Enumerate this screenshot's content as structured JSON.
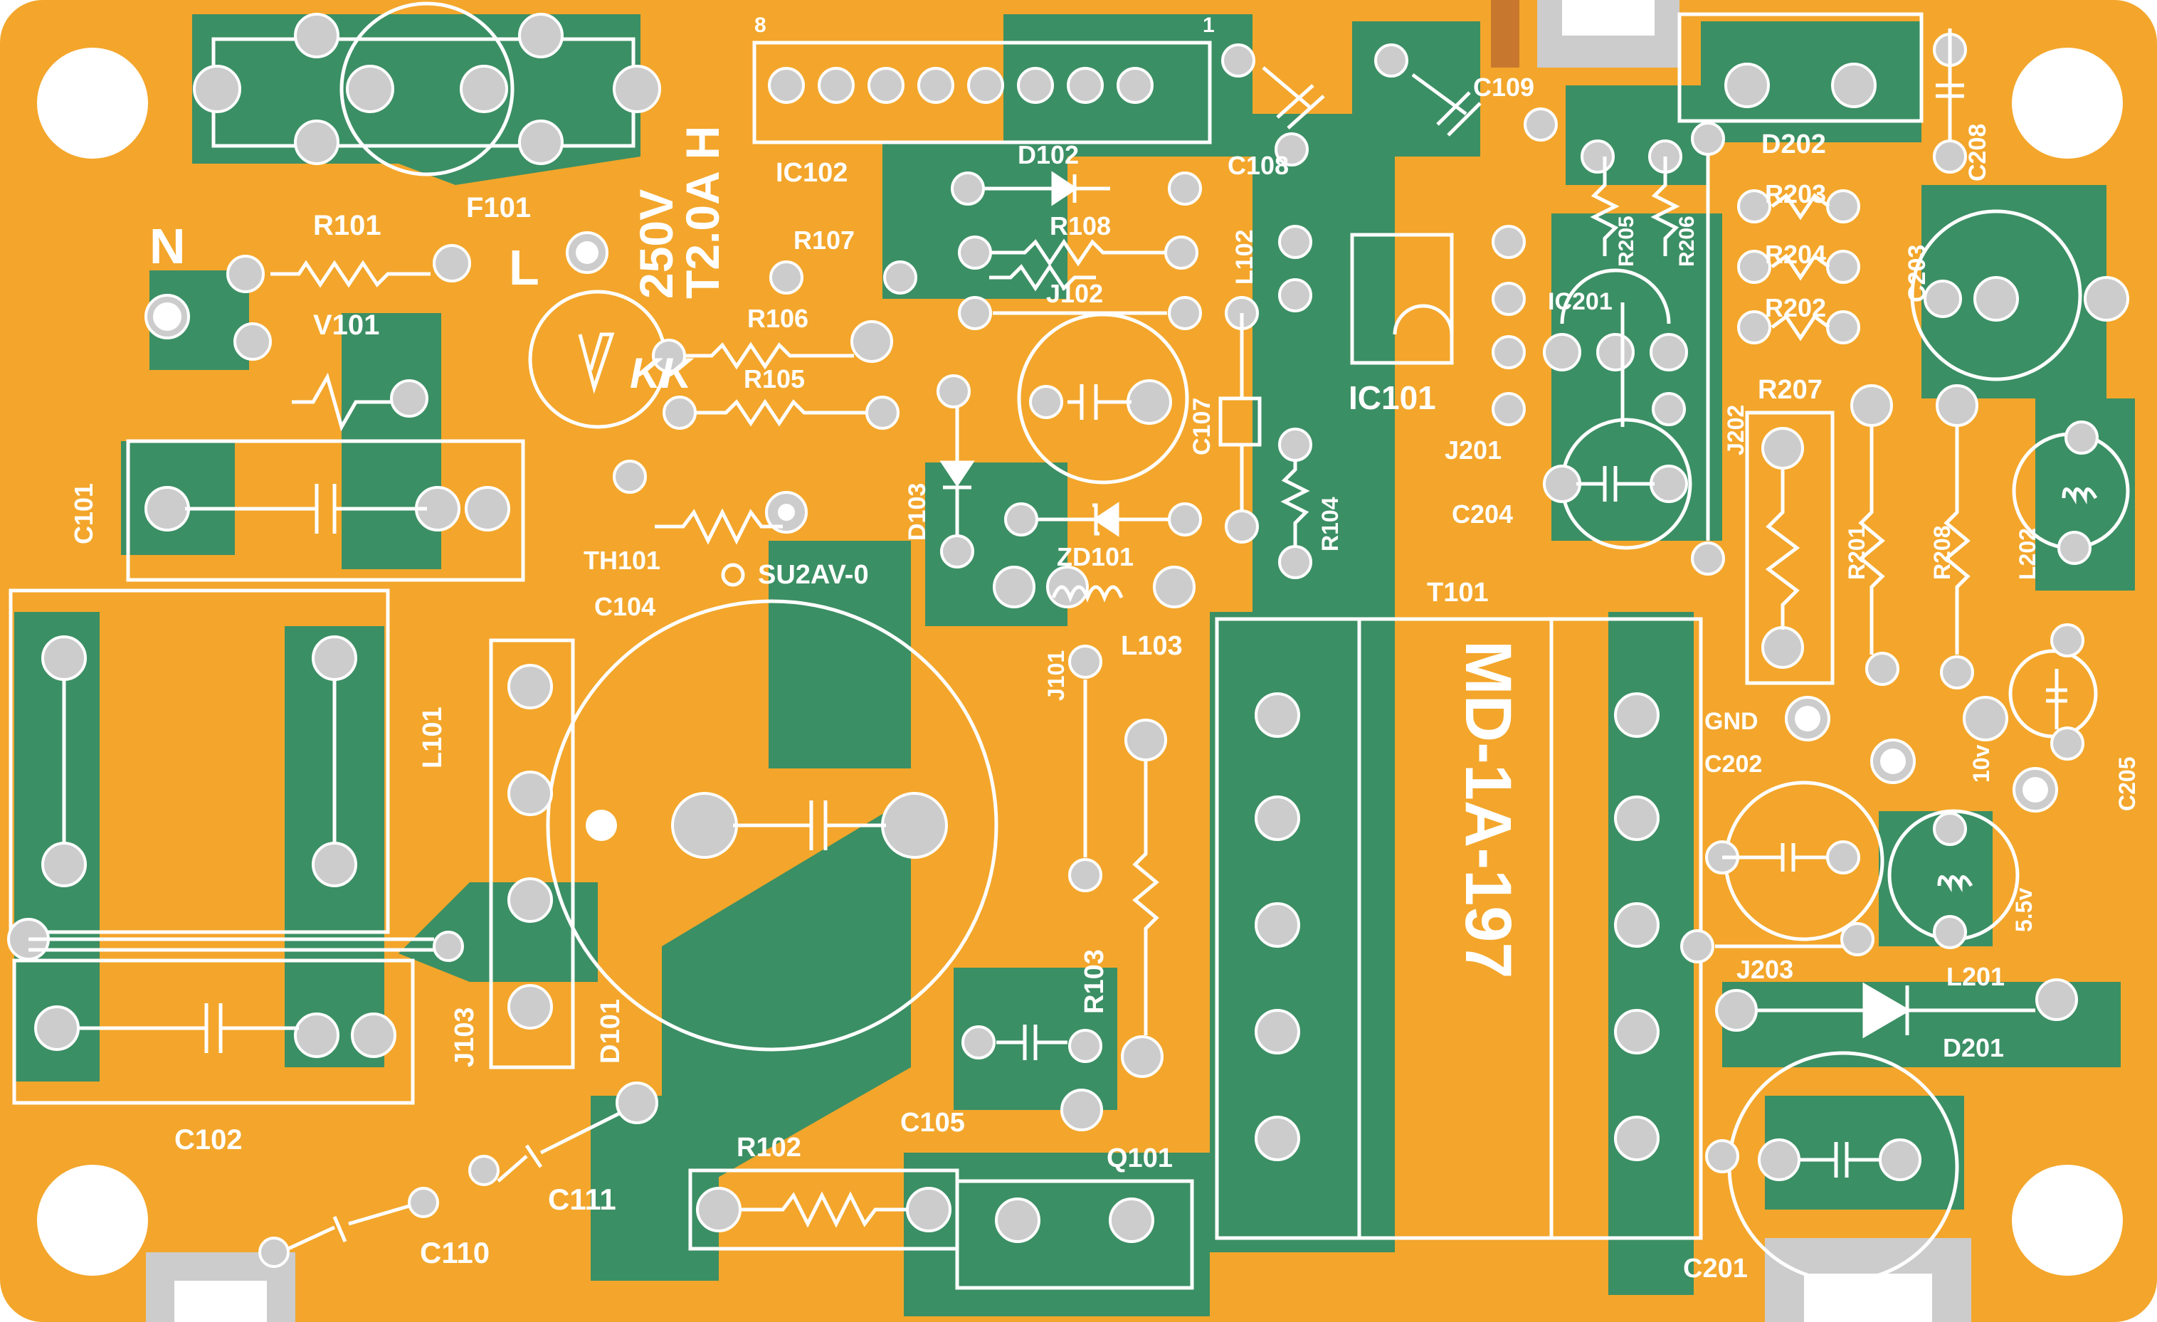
{
  "colors": {
    "board": "#F3A62B",
    "trace": "#3B8F64",
    "silk": "#FFFFFF",
    "pad": "#CCCCCC",
    "hole": "#FFFFFF",
    "tape": "#C8782E"
  },
  "board": {
    "brand_logo": "KK",
    "marking": "MD-1A-197"
  },
  "labels": {
    "R101": "R101",
    "F101": "F101",
    "V101": "V101",
    "N": "N",
    "L": "L",
    "rating_v": "250V",
    "rating_a": "T2.0A H",
    "C101": "C101",
    "L101": "L101",
    "C102": "C102",
    "J103": "J103",
    "D101": "D101",
    "C110": "C110",
    "C111": "C111",
    "TH101": "TH101",
    "C104": "C104",
    "SU2AV": "SU2AV-0",
    "IC102": "IC102",
    "pin8": "8",
    "pin1": "1",
    "R107": "R107",
    "R106": "R106",
    "R105": "R105",
    "D102": "D102",
    "R108": "R108",
    "J102": "J102",
    "C108": "C108",
    "C109": "C109",
    "L102": "L102",
    "IC101": "IC101",
    "C107": "C107",
    "D103": "D103",
    "ZD101": "ZD101",
    "R104": "R104",
    "J101": "J101",
    "L103": "L103",
    "R103": "R103",
    "C105": "C105",
    "R102": "R102",
    "Q101": "Q101",
    "T101": "T101",
    "R205": "R205",
    "R206": "R206",
    "R203": "R203",
    "R204": "R204",
    "R202": "R202",
    "IC201": "IC201",
    "J201": "J201",
    "C204": "C204",
    "J202": "J202",
    "R207": "R207",
    "D202": "D202",
    "C208": "C208",
    "C203": "C203",
    "R201": "R201",
    "R208": "R208",
    "L202": "L202",
    "GND": "GND",
    "C202": "C202",
    "v10": "10v",
    "C205": "C205",
    "v55": "5.5v",
    "J203": "J203",
    "L201": "L201",
    "D201": "D201",
    "C201": "C201"
  }
}
